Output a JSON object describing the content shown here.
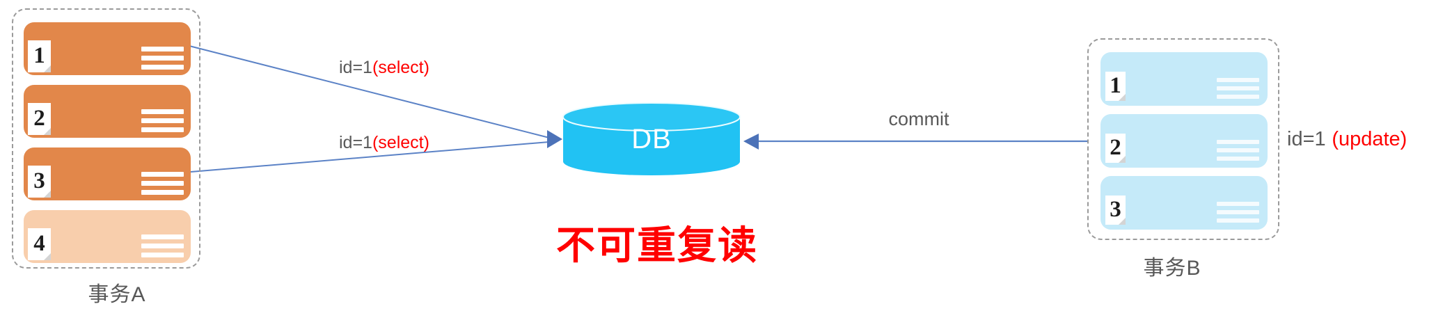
{
  "title": {
    "text": "不可重复读"
  },
  "db": {
    "label": "DB"
  },
  "transaction_a": {
    "label": "事务A",
    "steps": [
      {
        "num": "1"
      },
      {
        "num": "2"
      },
      {
        "num": "3"
      },
      {
        "num": "4"
      }
    ]
  },
  "transaction_b": {
    "label": "事务B",
    "steps": [
      {
        "num": "1"
      },
      {
        "num": "2"
      },
      {
        "num": "3"
      }
    ]
  },
  "arrow_labels": {
    "select1": {
      "prefix": "id=1",
      "highlight": "(select)"
    },
    "select2": {
      "prefix": "id=1",
      "highlight": "(select)"
    },
    "commit": {
      "text": "commit"
    },
    "update": {
      "prefix": "id=1",
      "highlight": "(update)"
    }
  },
  "colors": {
    "step_orange": "#E2874A",
    "step_orange_faded": "#F8CEAC",
    "step_blue": "#C5EAF9",
    "db_fill": "#21C2F3",
    "arrow_line": "#5B82C6",
    "arrow_head": "#4C72B8",
    "highlight_red": "#FF0000",
    "text_gray": "#595959"
  }
}
